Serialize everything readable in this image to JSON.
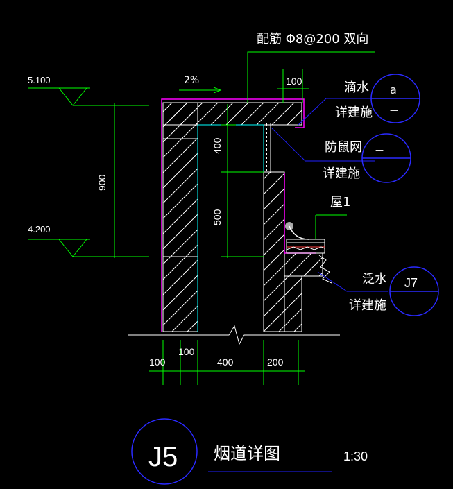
{
  "drawing": {
    "callout_rebar": "配筋 Φ8@200 双向",
    "slope": "2%",
    "elev_top": "5.100",
    "elev_bottom": "4.200",
    "dim_height_total": "900",
    "dim_height_upper": "400",
    "dim_height_lower": "500",
    "dim_top_width": "100",
    "dim_base": [
      "100",
      "100",
      "400",
      "200"
    ],
    "drip": {
      "text": "滴水",
      "note": "详建施",
      "ref_top": "a",
      "ref_bottom": "—"
    },
    "rat_mesh": {
      "text": "防鼠网",
      "note": "详建施",
      "ref_top": "—",
      "ref_bottom": "—"
    },
    "roof_label": "屋1",
    "flashing": {
      "text": "泛水",
      "note": "详建施",
      "ref_top": "J7",
      "ref_bottom": "—"
    },
    "title_block": {
      "detail_no": "J5",
      "title": "烟道详图",
      "scale": "1:30"
    }
  },
  "colors": {
    "background": "#000000",
    "concrete": "#ffffff",
    "dimension": "#00ff00",
    "membrane": "#ff00ff",
    "leader": "#0000ff",
    "inner_line": "#00ffff",
    "circle": "#1a1aff"
  }
}
